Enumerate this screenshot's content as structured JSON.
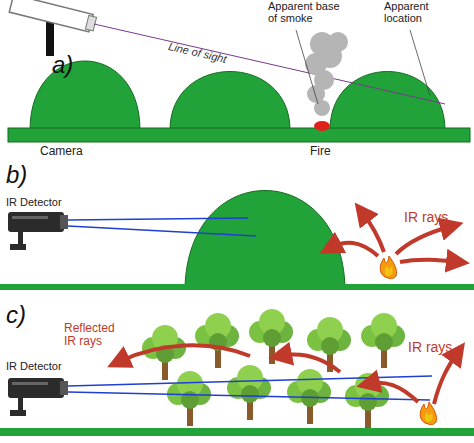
{
  "diagram": {
    "labels": [
      "a)",
      "Line of sight",
      "Apparent base of smoke",
      "Apparent location",
      "Camera",
      "Fire",
      "b)",
      "IR Detector",
      "IR rays",
      "c)",
      "IR Detector",
      "Reflected IR rays",
      "IR rays"
    ]
  }
}
